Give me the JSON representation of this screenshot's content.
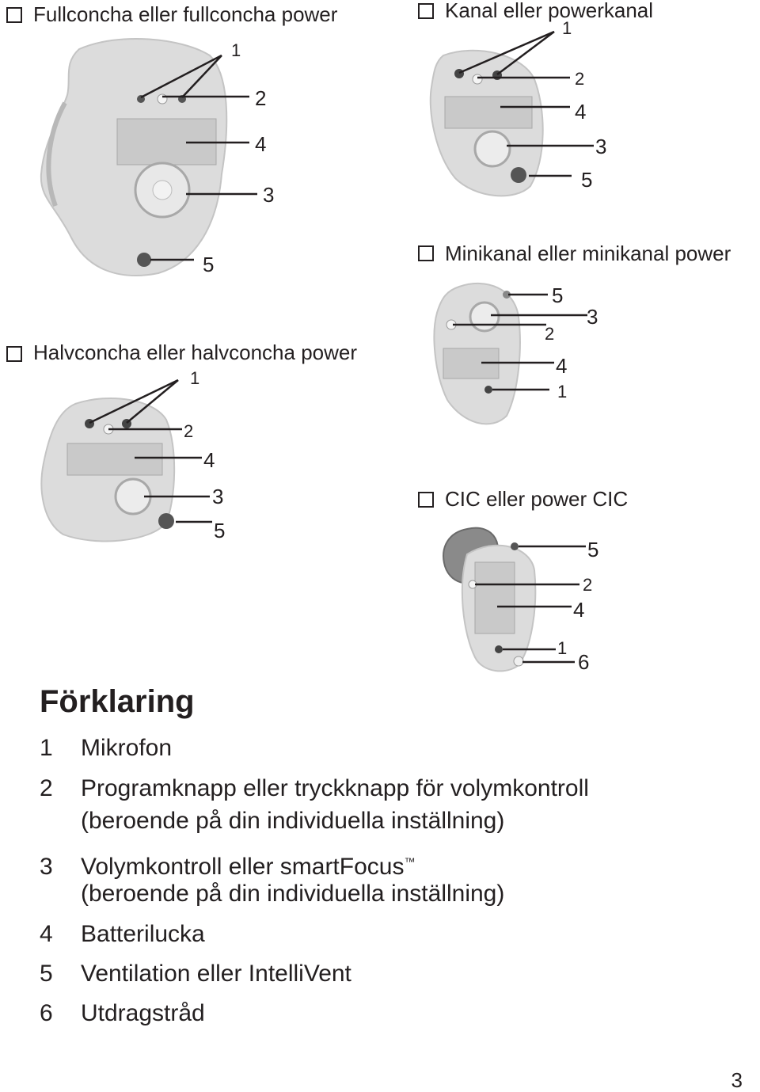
{
  "options": [
    {
      "label": "Fullconcha eller fullconcha power"
    },
    {
      "label": "Kanal eller powerkanal"
    },
    {
      "label": "Minikanal eller minikanal power"
    },
    {
      "label": "Halvconcha eller halvconcha power"
    },
    {
      "label": "CIC eller power CIC"
    }
  ],
  "callouts": {
    "fullconcha": [
      "1",
      "2",
      "4",
      "3",
      "5"
    ],
    "kanal": [
      "1",
      "2",
      "4",
      "3",
      "5"
    ],
    "minikanal": [
      "5",
      "3",
      "2",
      "4",
      "1"
    ],
    "halvconcha": [
      "1",
      "2",
      "4",
      "3",
      "5"
    ],
    "cic": [
      "5",
      "2",
      "4",
      "1",
      "6"
    ]
  },
  "legend": {
    "title": "Förklaring",
    "items": [
      {
        "num": "1",
        "text": "Mikrofon"
      },
      {
        "num": "2",
        "text": "Programknapp eller tryckknapp för volymkontroll",
        "sub": "(beroende på din individuella inställning)"
      },
      {
        "num": "3",
        "text": "Volymkontroll eller smartFocus",
        "tm": "™",
        "sub": "(beroende på din individuella inställning)"
      },
      {
        "num": "4",
        "text": "Batterilucka"
      },
      {
        "num": "5",
        "text": "Ventilation eller IntelliVent"
      },
      {
        "num": "6",
        "text": "Utdragstråd"
      }
    ]
  },
  "page_number": "3",
  "colors": {
    "text": "#231f20",
    "device_shell": "#d9d9d9",
    "device_shadow": "#b5b5b5"
  }
}
